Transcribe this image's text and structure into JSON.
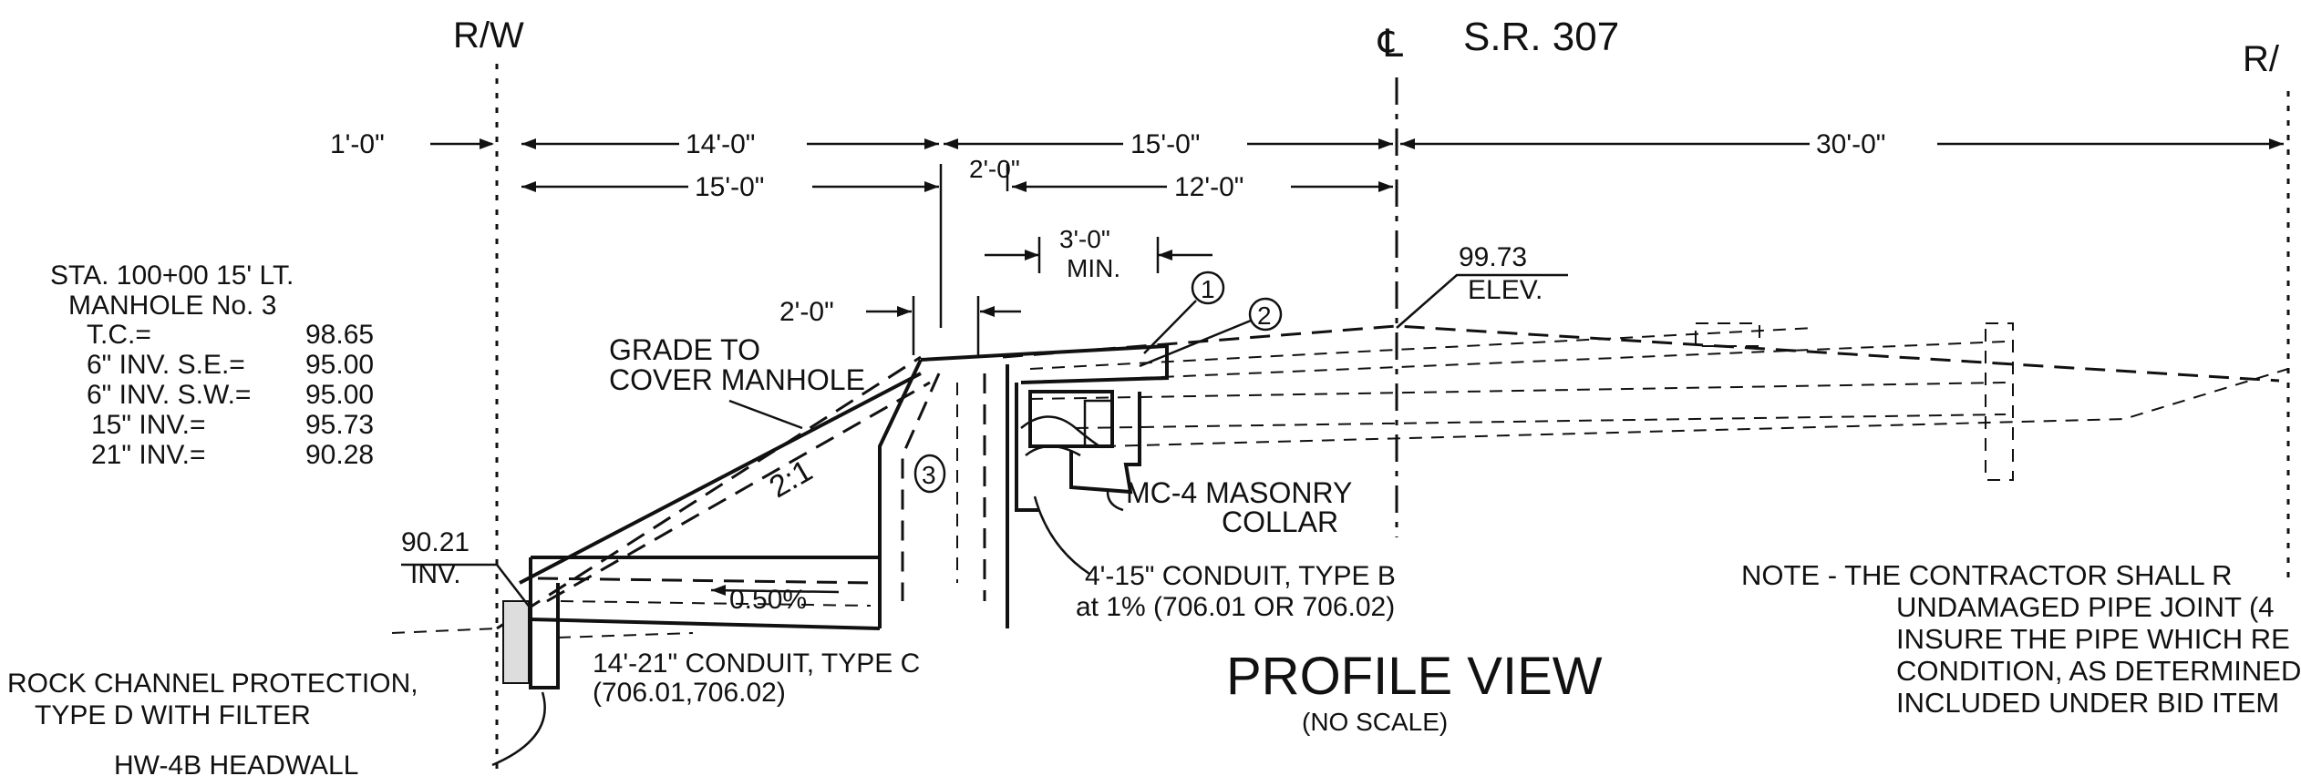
{
  "header": {
    "rw_left": "R/W",
    "centerline_symbol": "℄",
    "route": "S.R. 307",
    "rw_right": "R/"
  },
  "dimensions": {
    "d1": "1'-0\"",
    "d14": "14'-0\"",
    "d15_top": "15'-0\"",
    "d30": "30'-0\"",
    "d15_low": "15'-0\"",
    "d2_top": "2'-0\"",
    "d12": "12'-0\"",
    "d3": "3'-0\"",
    "d3_min": "MIN.",
    "d2_left": "2'-0\""
  },
  "station_info": {
    "station": "STA. 100+00   15' LT.",
    "manhole": "MANHOLE No. 3",
    "rows": [
      {
        "label": "T.C.=",
        "value": "98.65"
      },
      {
        "label": "6\" INV. S.E.=",
        "value": "95.00"
      },
      {
        "label": "6\" INV. S.W.=",
        "value": "95.00"
      },
      {
        "label": "15\" INV.=",
        "value": "95.73"
      },
      {
        "label": "21\" INV.=",
        "value": "90.28"
      }
    ]
  },
  "labels": {
    "grade_1": "GRADE TO",
    "grade_2": "COVER MANHOLE",
    "slope": "2:1",
    "elev_val": "99.73",
    "elev_txt": "ELEV.",
    "callout_1": "1",
    "callout_2": "2",
    "callout_3": "3",
    "collar_1": "MC-4 MASONRY",
    "collar_2": "COLLAR",
    "inv_val": "90.21",
    "inv_txt": "INV.",
    "pct": "0.50%",
    "conduit_b_1": "4'-15\" CONDUIT, TYPE B",
    "conduit_b_2": "at 1% (706.01 OR 706.02)",
    "conduit_c_1": "14'-21\" CONDUIT, TYPE C",
    "conduit_c_2": "(706.01,706.02)",
    "rock_1": "ROCK CHANNEL PROTECTION,",
    "rock_2": "TYPE D WITH FILTER",
    "headwall": "HW-4B HEADWALL",
    "view_title": "PROFILE VIEW",
    "view_sub": "(NO SCALE)"
  },
  "note": {
    "lines": [
      "NOTE  -  THE CONTRACTOR SHALL R",
      "UNDAMAGED PIPE JOINT (4",
      "INSURE THE PIPE WHICH RE",
      "CONDITION, AS DETERMINED",
      "INCLUDED UNDER BID ITEM"
    ]
  }
}
